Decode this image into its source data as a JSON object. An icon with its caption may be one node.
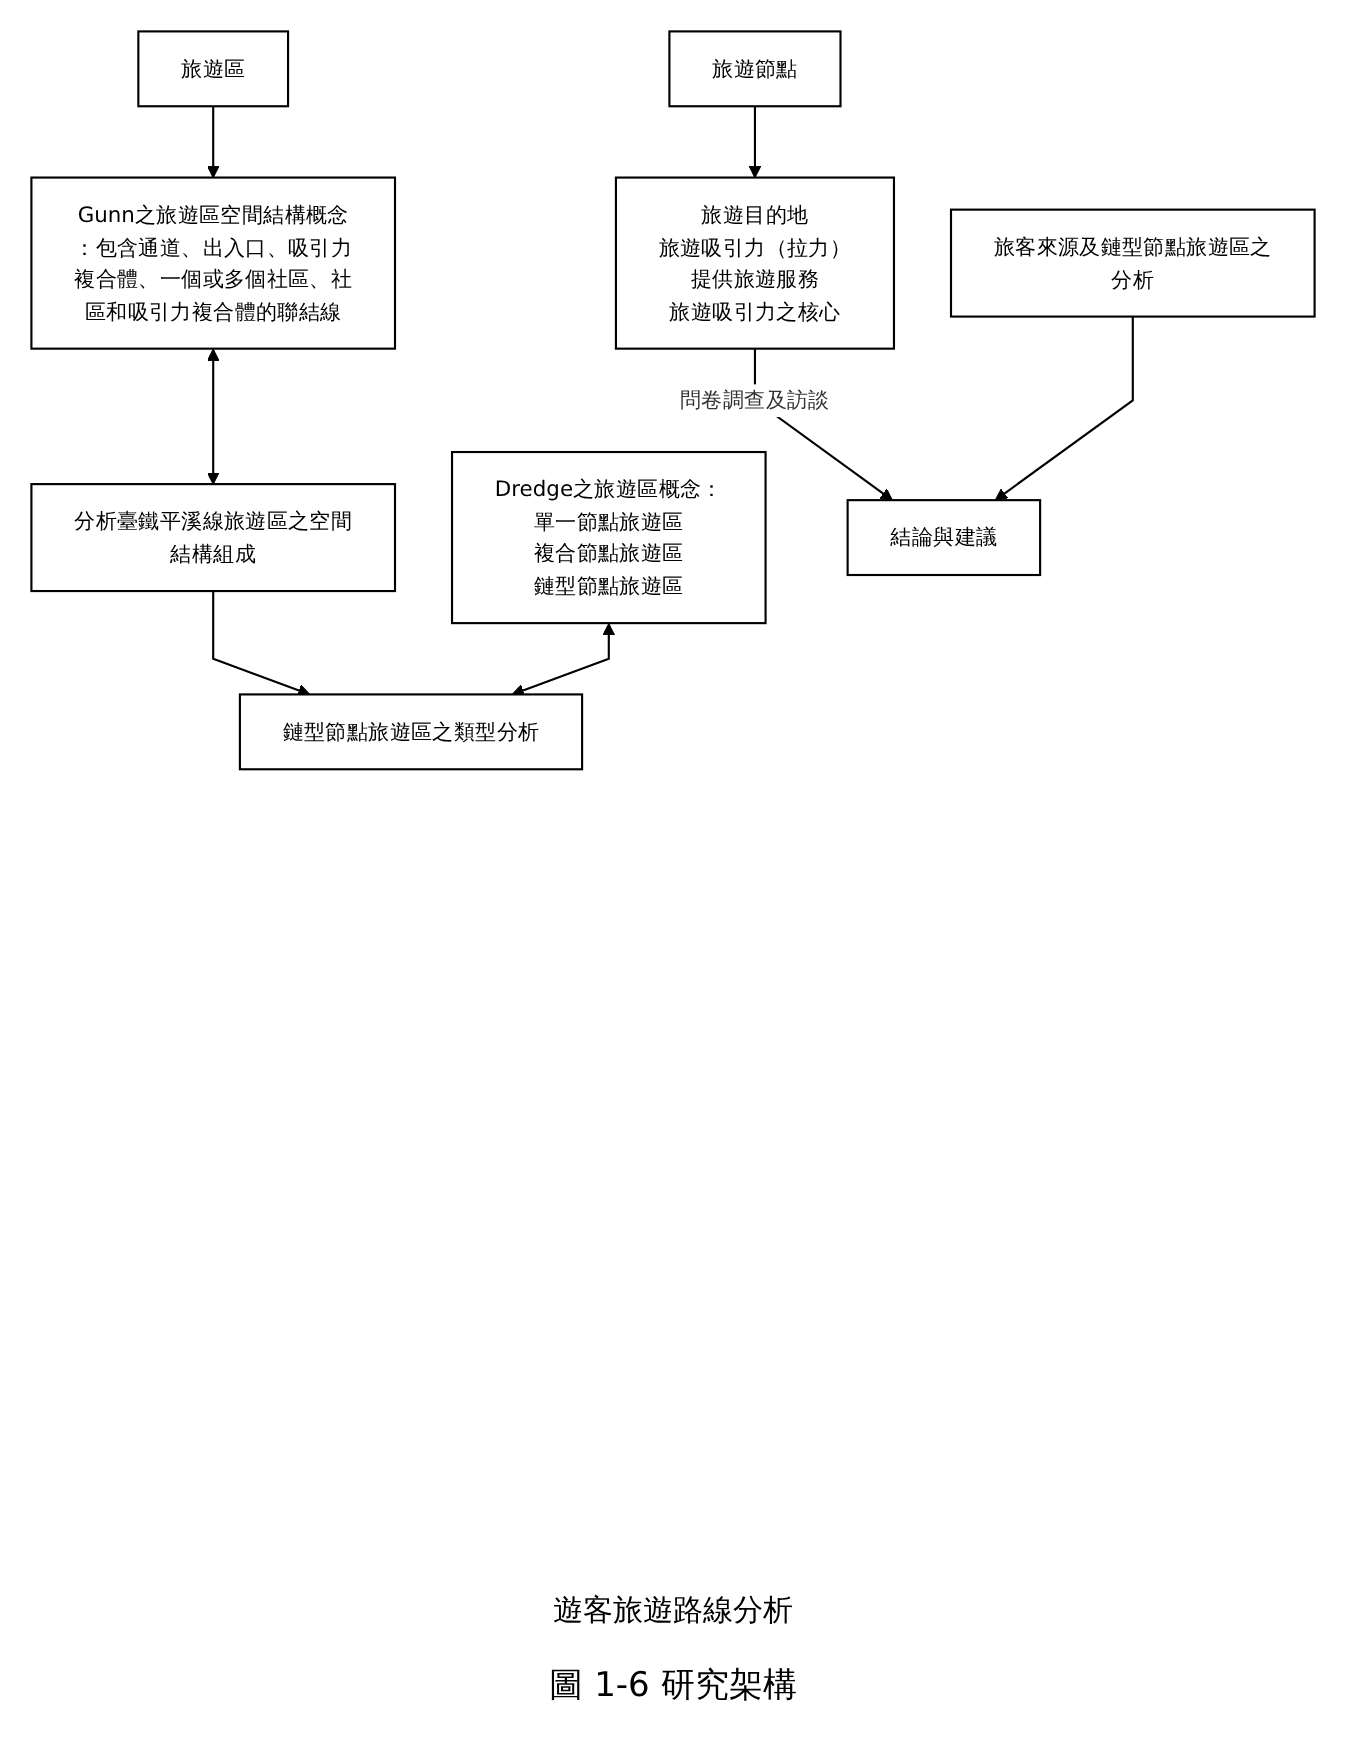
{
  "diagram": {
    "caption": "圖 1-6 研究架構",
    "nodes": [
      {
        "text": [
          "旅遊區"
        ]
      },
      {
        "text": [
          "旅遊節點"
        ]
      },
      {
        "text": [
          "Gunn之旅遊區空間結構概念：包含通道、出入口、吸引力複合體、一個或多個社區、社區和吸引力複合體的聯結線"
        ]
      },
      {
        "text": [
          "分析臺鐵平溪線旅遊區之空間結構組成"
        ]
      },
      {
        "text": [
          "旅遊目的地",
          "旅遊吸引力（拉力）",
          "提供旅遊服務",
          "旅遊吸引力之核心"
        ]
      },
      {
        "text": [
          "Dredge之旅遊區概念：",
          "單一節點旅遊區",
          "複合節點旅遊區",
          "鏈型節點旅遊區"
        ]
      },
      {
        "text": [
          "鏈型節點旅遊區之類型分析"
        ]
      },
      {
        "text": [
          "旅客來源及鏈型節點旅遊區之分析"
        ]
      },
      {
        "text": [
          "結論與建議"
        ]
      }
    ],
    "edges": [
      {
        "from": 0,
        "to": 2,
        "arrow": "to"
      },
      {
        "from": 1,
        "to": 4,
        "arrow": "to"
      },
      {
        "from": 2,
        "to": 3,
        "arrow": "both"
      },
      {
        "from": 3,
        "to": 6,
        "arrow": "to"
      },
      {
        "from": 5,
        "to": 6,
        "arrow": "both"
      },
      {
        "from": 4,
        "to": 8,
        "arrow": "to",
        "label": "問卷調查及訪談"
      },
      {
        "from": 7,
        "to": 8,
        "arrow": "to"
      }
    ],
    "labels": [
      "遊客旅遊路線分析"
    ]
  }
}
